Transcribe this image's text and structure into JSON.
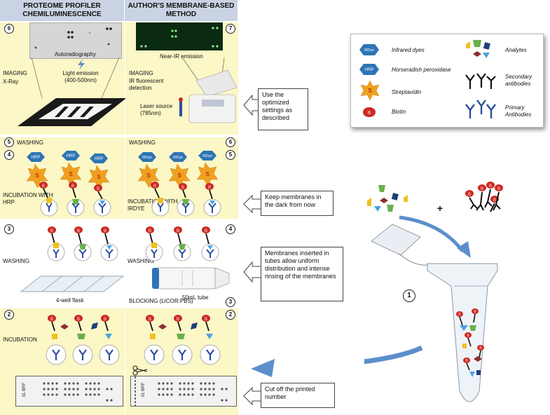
{
  "headers": {
    "left": "PROTEOME PROFILER CHEMILUMINESCENCE",
    "right": "AUTHOR'S MEMBRANE-BASED METHOD"
  },
  "left_column": {
    "step6_num": "6",
    "autoradiography": "Autoradiography",
    "light_emission": "Light emission (400-500nm)",
    "imaging": "IMAGING",
    "xray": "X-Ray",
    "step5_num": "5",
    "washing_top": "WASHING",
    "step4_num": "4",
    "incubation_hrp": "INCUBATION WITH HRP",
    "step3_num": "3",
    "washing_mid": "WASHING",
    "flask": "4-well flask",
    "step2_num": "2",
    "incubation": "INCUBATION",
    "membrane_num": "01 BRF"
  },
  "right_column": {
    "step7_num": "7",
    "near_ir": "Near-IR emission",
    "imaging": "IMAGING",
    "ir_detection": "IR fluorescent detection",
    "laser": "Laser source (785nm)",
    "step6_num": "6",
    "washing_top": "WASHING",
    "step5_num": "5",
    "incubation_irdye": "INCUBATION WITH IRDYE",
    "step4_num": "4",
    "washing_mid": "WASHING",
    "tube": "50mL tube",
    "step3_num": "3",
    "blocking": "BLOCKING (LICOR:PBS)",
    "step2_num": "2",
    "membrane_num": "01 BRF"
  },
  "tags": {
    "hrp": "HRP",
    "irdye": "IRDye",
    "s": "S",
    "b": "B"
  },
  "callouts": {
    "settings": "Use the optimized settings as described",
    "dark": "Keep membranes in the dark from now",
    "tubes": "Membranes inserted in tubes allow uniform distribution and intense rinsing of the membranes",
    "cut": "Cut off the printed number"
  },
  "legend": {
    "infrared_dyes": "Infrared dyes",
    "hrp": "Horseradish peroxidase",
    "streptavidin": "Streptavidin",
    "biotin": "Biotin",
    "analytes": "Analytes",
    "secondary": "Secondary antibodies",
    "primary": "Primary Antibodies"
  },
  "tube_step": {
    "num": "1",
    "plus": "+"
  },
  "colors": {
    "header": "#c9d3e3",
    "panel": "#fbf7c6",
    "hrp": "#2e74b5",
    "streptavidin": "#f0a020",
    "biotin": "#cc2a20",
    "primary_ab": "#2d4fa0",
    "arrow": "#5b8fcb"
  }
}
